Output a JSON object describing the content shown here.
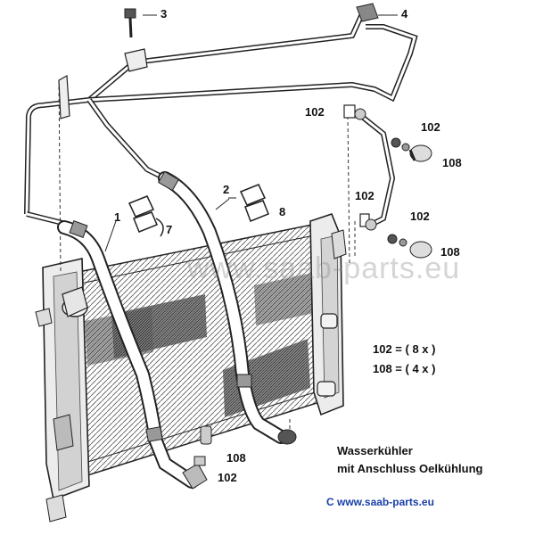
{
  "callouts": {
    "c3": "3",
    "c4": "4",
    "c102a": "102",
    "c102b": "102",
    "c108a": "108",
    "c2": "2",
    "c8": "8",
    "c1": "1",
    "c7": "7",
    "c102c": "102",
    "c102d": "102",
    "c108b": "108",
    "c108c": "108",
    "c102e": "102"
  },
  "quantities": {
    "line1": "102 = ( 8 x )",
    "line2": "108 = ( 4 x )"
  },
  "caption": {
    "line1": "Wasserkühler",
    "line2": "mit Anschluss Oelkühlung"
  },
  "copyright": "C  www.saab-parts.eu",
  "watermark": "www.saab-parts.eu"
}
